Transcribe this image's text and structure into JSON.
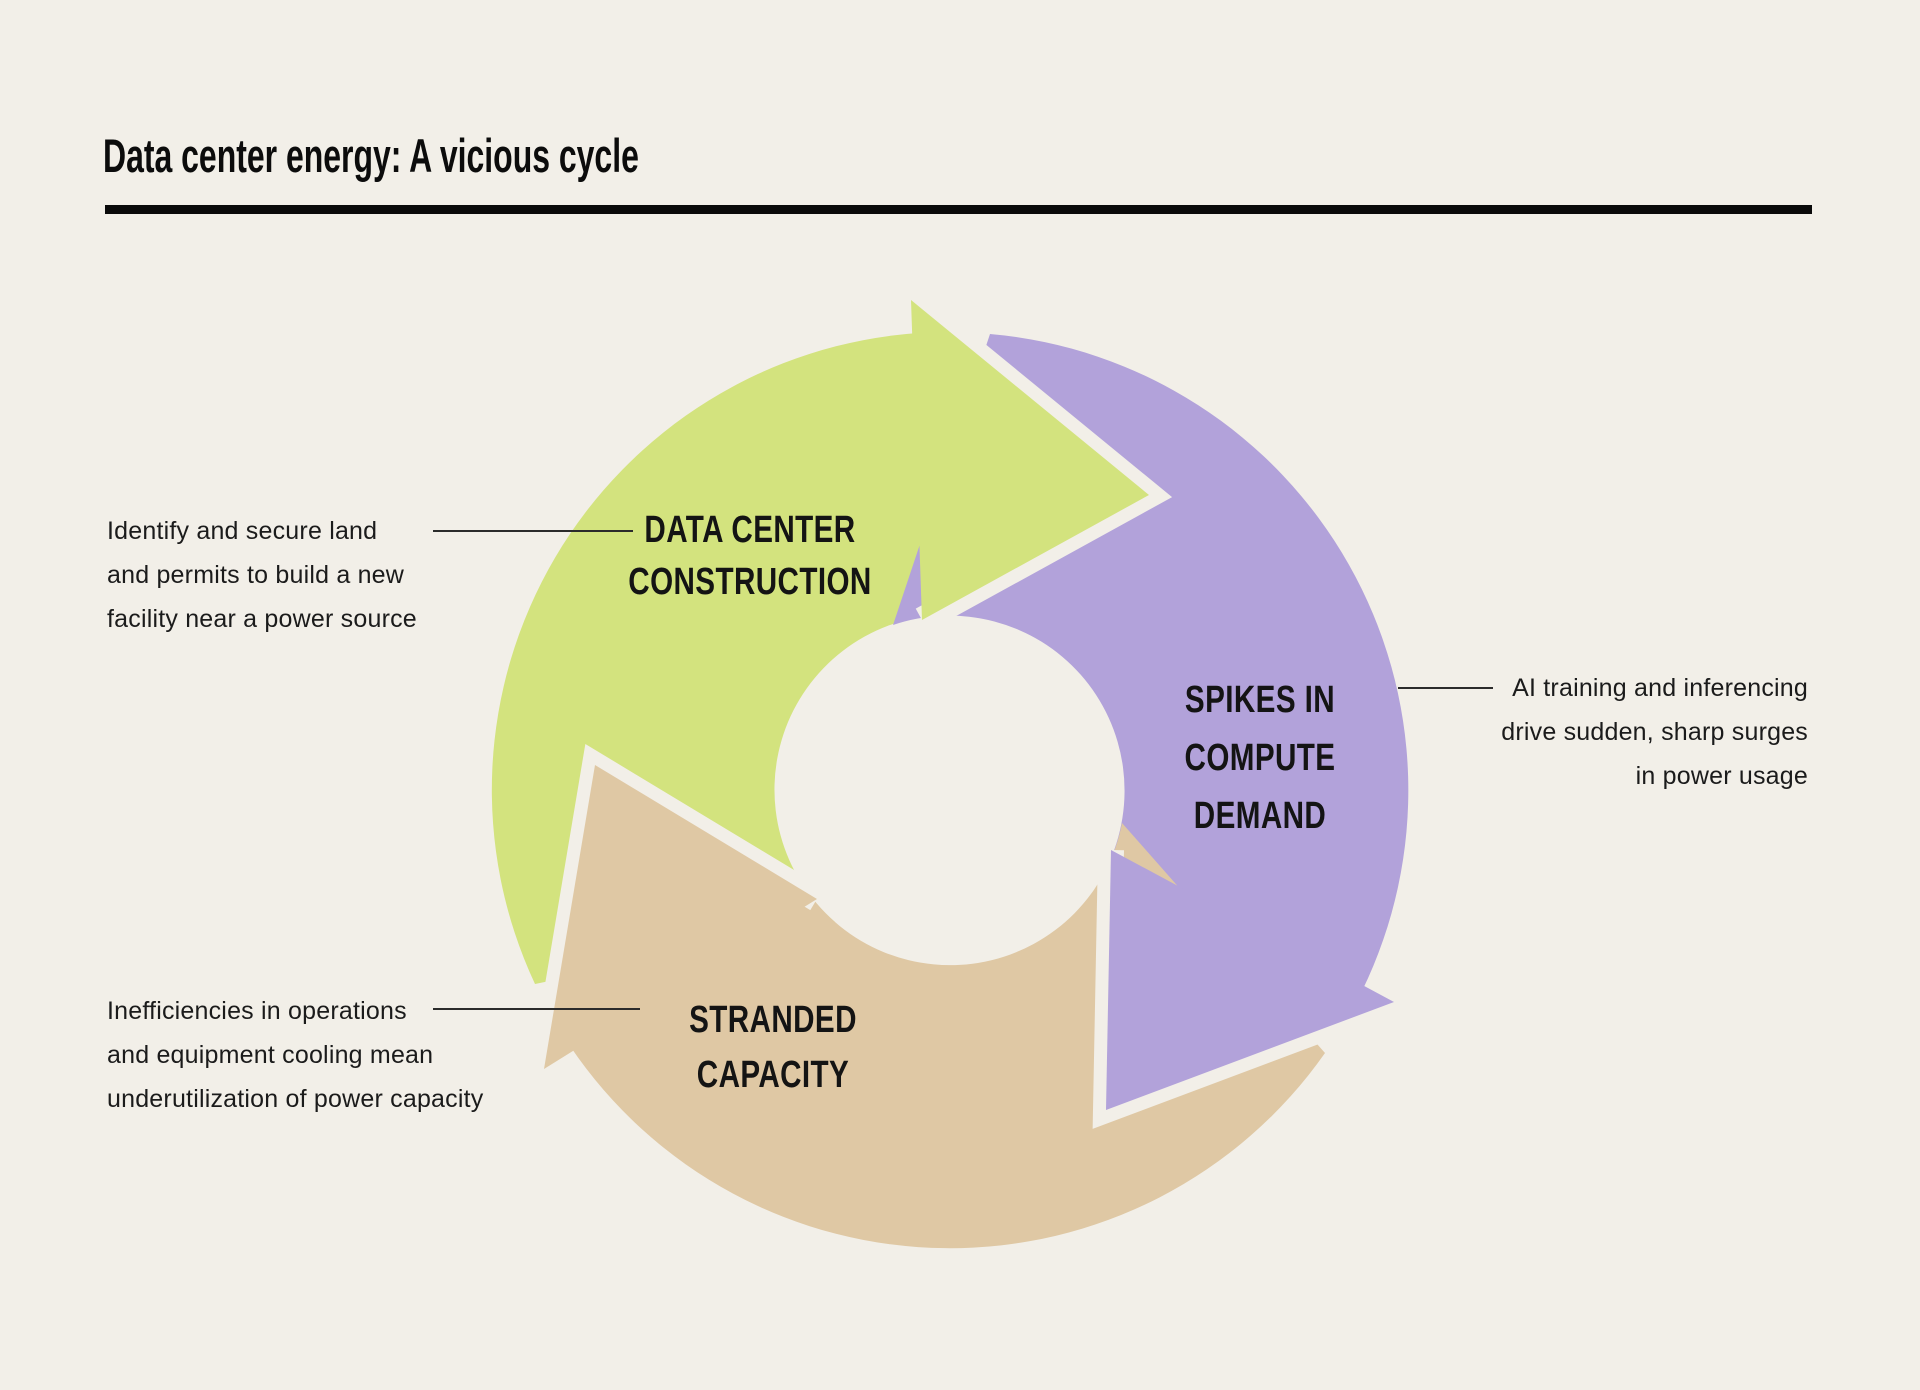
{
  "title": "Data center energy: A vicious cycle",
  "colors": {
    "background": "#f2efe8",
    "ink": "#0c0c0c",
    "rule": "#0a0a0a",
    "connector": "#2b2b2b"
  },
  "cycle": {
    "direction": "clockwise",
    "stages": [
      {
        "id": "data-center-construction",
        "color": "#d3e37e",
        "label_lines": [
          "DATA CENTER",
          "CONSTRUCTION"
        ],
        "annotation_lines": [
          "Identify and secure land",
          "and permits to build a new",
          "facility near a power source"
        ]
      },
      {
        "id": "spikes-in-compute-demand",
        "color": "#b2a2da",
        "label_lines": [
          "SPIKES IN",
          "COMPUTE",
          "DEMAND"
        ],
        "annotation_lines": [
          "AI training and inferencing",
          "drive sudden, sharp surges",
          "in power usage"
        ]
      },
      {
        "id": "stranded-capacity",
        "color": "#dfc8a4",
        "label_lines": [
          "STRANDED",
          "CAPACITY"
        ],
        "annotation_lines": [
          "Inefficiencies in operations",
          "and equipment cooling mean",
          "underutilization of power capacity"
        ]
      }
    ]
  }
}
